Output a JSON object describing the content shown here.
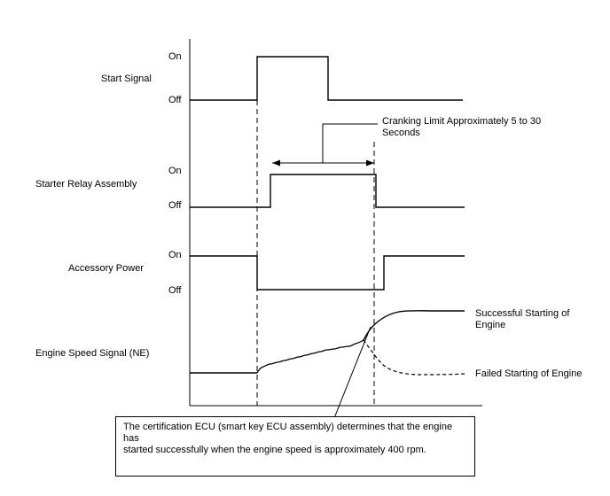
{
  "signals": {
    "start_signal": {
      "name": "Start Signal",
      "on": "On",
      "off": "Off"
    },
    "starter_relay": {
      "name": "Starter Relay Assembly",
      "on": "On",
      "off": "Off"
    },
    "accessory_power": {
      "name": "Accessory Power",
      "on": "On",
      "off": "Off"
    },
    "engine_speed": {
      "name": "Engine Speed Signal (NE)"
    }
  },
  "annotations": {
    "cranking_limit_line1": "Cranking Limit Approximately 5 to 30",
    "cranking_limit_line2": "Seconds",
    "success_line1": "Successful Starting of",
    "success_line2": "Engine",
    "failed": "Failed Starting of Engine"
  },
  "note": {
    "line1": "The certification ECU (smart key ECU assembly) determines that the engine has",
    "line2": "started successfully when the engine speed is approximately 400 rpm."
  }
}
